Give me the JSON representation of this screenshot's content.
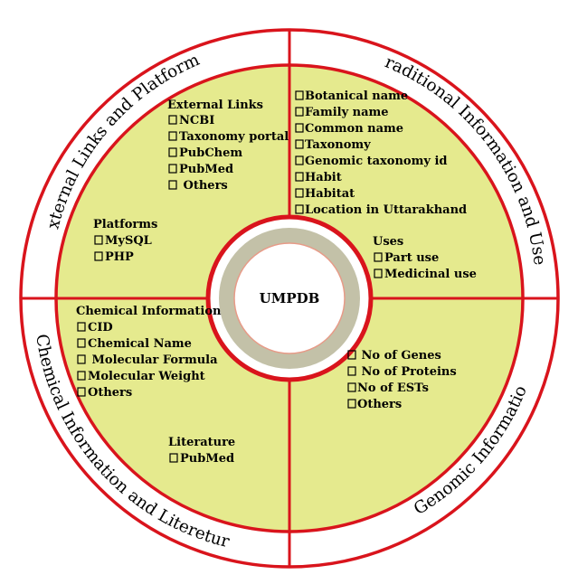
{
  "colors": {
    "ring_stroke": "#d9141c",
    "fill": "#e5ea8e",
    "inner_gray": "#c3c1a8",
    "center_fill": "#ffffff",
    "center_ring": "#e79b88"
  },
  "center": {
    "label": "UMPDB"
  },
  "sections": {
    "top_left": {
      "ring_label": "External Links and Platforms",
      "groups": [
        {
          "heading": "External Links",
          "items": [
            "NCBI",
            "Taxonomy portal",
            "PubChem",
            "PubMed",
            " Others"
          ]
        },
        {
          "heading": "Platforms",
          "items": [
            "MySQL",
            "PHP"
          ]
        }
      ]
    },
    "top_right": {
      "ring_label": "Traditional Information and Uses",
      "groups": [
        {
          "heading": "",
          "items": [
            "Botanical name",
            "Family name",
            "Common name",
            "Taxonomy",
            "Genomic taxonomy id",
            "Habit",
            "Habitat",
            "Location in Uttarakhand"
          ]
        },
        {
          "heading": "Uses",
          "items": [
            "Part use",
            "Medicinal use"
          ]
        }
      ]
    },
    "bottom_left": {
      "ring_label": "Chemical Information and Litereture",
      "groups": [
        {
          "heading": "Chemical Information",
          "items": [
            "CID",
            "Chemical Name",
            " Molecular Formula",
            "Molecular Weight",
            "Others"
          ]
        },
        {
          "heading": "Literature",
          "items": [
            "PubMed"
          ]
        }
      ]
    },
    "bottom_right": {
      "ring_label": "Genomic Information",
      "groups": [
        {
          "heading": "",
          "items": [
            " No of Genes",
            " No of Proteins",
            "No of ESTs",
            "Others"
          ]
        }
      ]
    }
  }
}
